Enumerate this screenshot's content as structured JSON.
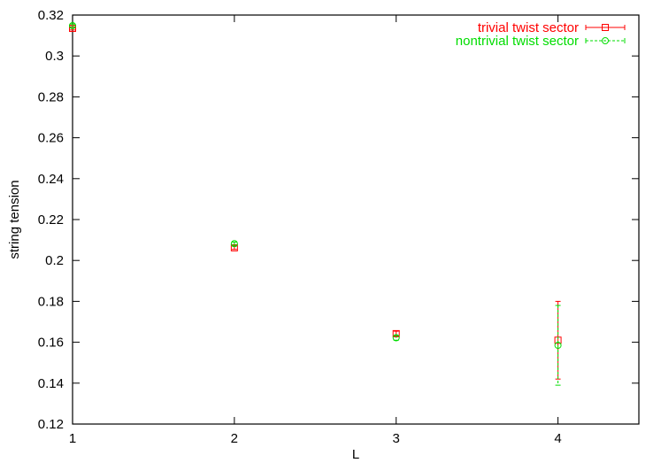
{
  "colors": {
    "trivial": "#ff0000",
    "nontrivial": "#00dd00",
    "axis": "#000000",
    "background": "#ffffff"
  },
  "chart_data": {
    "type": "scatter",
    "title": "",
    "xlabel": "L",
    "ylabel": "string tension",
    "xlim": [
      1,
      4.5
    ],
    "ylim": [
      0.12,
      0.32
    ],
    "xticks": [
      1,
      2,
      3,
      4
    ],
    "xtick_labels": [
      "1",
      "2",
      "3",
      "4"
    ],
    "yticks": [
      0.12,
      0.14,
      0.16,
      0.18,
      0.2,
      0.22,
      0.24,
      0.26,
      0.28,
      0.3,
      0.32
    ],
    "ytick_labels": [
      "0.12",
      "0.14",
      "0.16",
      "0.18",
      "0.2",
      "0.22",
      "0.24",
      "0.26",
      "0.28",
      "0.3",
      "0.32"
    ],
    "grid": false,
    "legend_position": "top-right",
    "series": [
      {
        "name": "trivial twist sector",
        "marker": "square",
        "line_style": "solid",
        "color": "#ff0000",
        "x": [
          1,
          2,
          3,
          4
        ],
        "y": [
          0.3135,
          0.2062,
          0.1642,
          0.161
        ],
        "yerr": [
          0.0008,
          0.0008,
          0.0012,
          0.019
        ]
      },
      {
        "name": "nontrivial twist sector",
        "marker": "circle",
        "line_style": "dashed",
        "color": "#00dd00",
        "x": [
          1,
          2,
          3,
          4
        ],
        "y": [
          0.3148,
          0.2082,
          0.1622,
          0.1585
        ],
        "yerr": [
          0.0008,
          0.0008,
          0.0012,
          0.0195
        ]
      }
    ]
  }
}
